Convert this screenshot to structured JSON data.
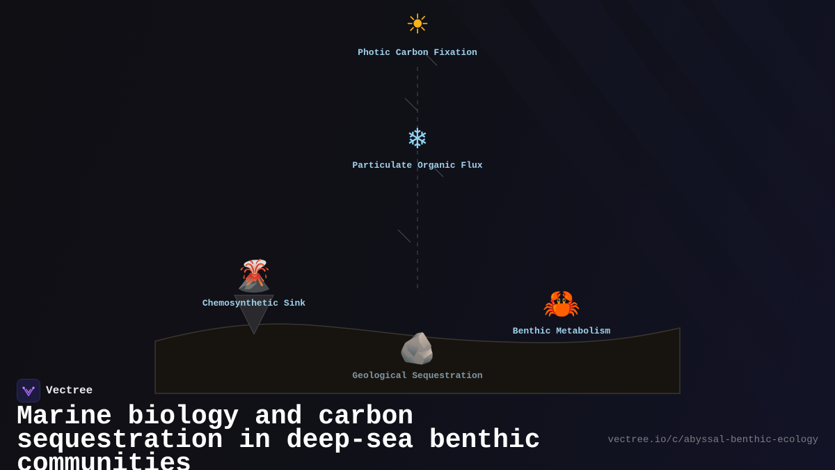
{
  "diagram": {
    "nodes": {
      "photic": {
        "icon": "sun-icon",
        "glyph": "☀",
        "label": "Photic Carbon Fixation"
      },
      "flux": {
        "icon": "snowflake-icon",
        "glyph": "❄",
        "label": "Particulate Organic Flux"
      },
      "chemo": {
        "icon": "volcano-icon",
        "glyph": "🌋",
        "label": "Chemosynthetic Sink"
      },
      "benthic": {
        "icon": "crab-icon",
        "glyph": "🦀",
        "label": "Benthic Metabolism"
      },
      "geo": {
        "icon": "rock-icon",
        "glyph": "🪨",
        "label": "Geological Sequestration"
      }
    },
    "colors": {
      "label": "#9fd0ea",
      "label_dim": "#7f96a4",
      "seafloor_fill": "#17140f",
      "seafloor_edge": "#3a3630"
    }
  },
  "brand": {
    "name": "Vectree",
    "logo_icon": "vectree-logo-icon",
    "accent": "#a35cf0"
  },
  "title": "Marine biology and carbon sequestration in deep-sea benthic communities",
  "url": "vectree.io/c/abyssal-benthic-ecology"
}
